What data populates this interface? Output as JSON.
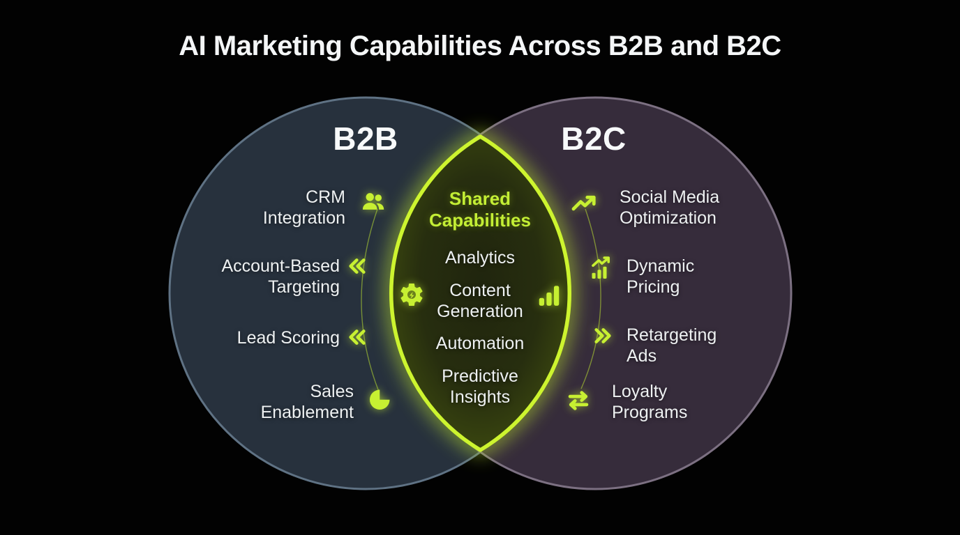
{
  "title": "AI Marketing Capabilities Across B2B and B2C",
  "colors": {
    "lime": "#c7f032",
    "b2b_fill": "#27313d",
    "b2b_border": "#5f7284",
    "b2c_fill": "#362c3b",
    "b2c_border": "#7c7082",
    "background": "#000000",
    "text": "#eef1f2"
  },
  "b2b": {
    "label": "B2B",
    "items": [
      {
        "label": "CRM Integration",
        "icon": "people-icon"
      },
      {
        "label": "Account-Based Targeting",
        "icon": "chevrons-left-icon"
      },
      {
        "label": "Lead Scoring",
        "icon": "chevrons-left-icon"
      },
      {
        "label": "Sales Enablement",
        "icon": "pie-chart-icon"
      }
    ]
  },
  "shared": {
    "label": "Shared Capabilities",
    "items": [
      "Analytics",
      "Content Generation",
      "Automation",
      "Predictive Insights"
    ],
    "icons": [
      "gear-icon",
      "bar-chart-icon"
    ]
  },
  "b2c": {
    "label": "B2C",
    "items": [
      {
        "label": "Social Media Optimization",
        "icon": "trending-up-icon"
      },
      {
        "label": "Dynamic Pricing",
        "icon": "chart-increase-icon"
      },
      {
        "label": "Retargeting Ads",
        "icon": "chevrons-right-icon"
      },
      {
        "label": "Loyalty Programs",
        "icon": "swap-arrows-icon"
      }
    ]
  }
}
